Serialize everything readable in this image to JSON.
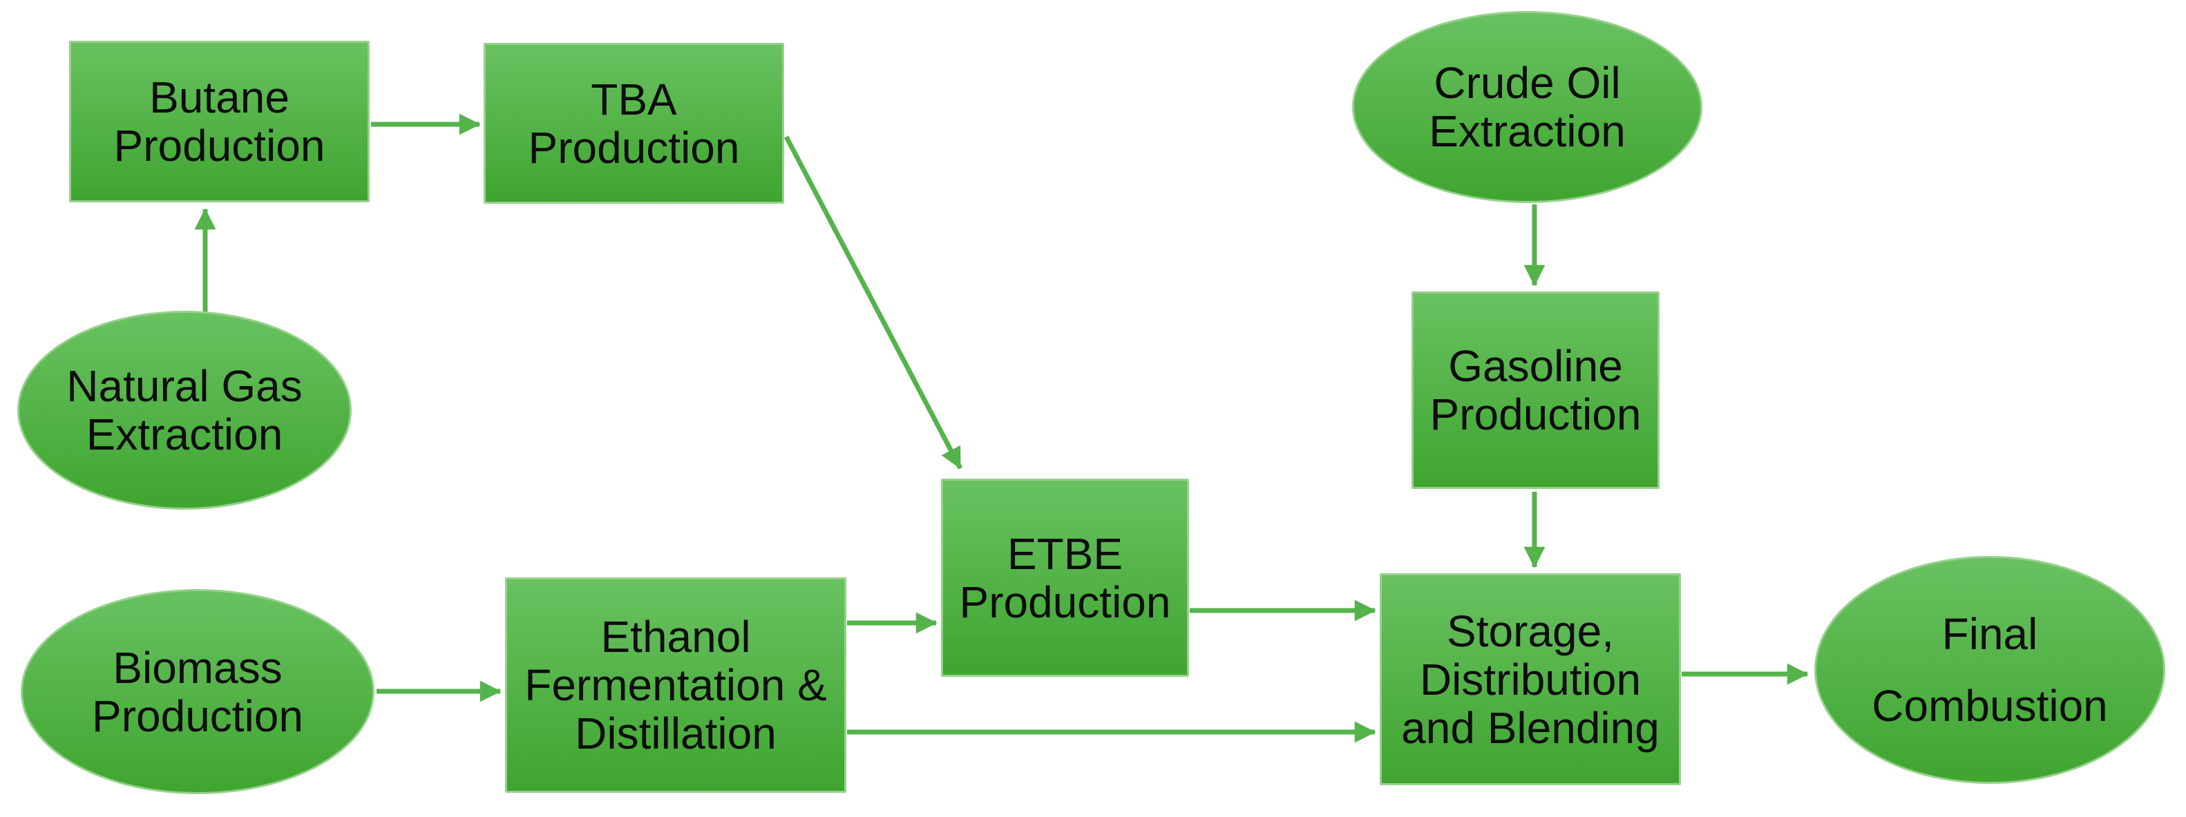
{
  "diagram": {
    "title_semantic": "ETBE fuel production pathway flowchart",
    "colors": {
      "background": "#ffffff",
      "node_fill_top": "#69c160",
      "node_fill_bottom": "#3fa52f",
      "node_border": "#97d18c",
      "arrow": "#54b34a",
      "text": "#0d0d0d"
    },
    "nodes": {
      "butane": {
        "shape": "rect",
        "lines": [
          "Butane",
          "Production"
        ]
      },
      "tba": {
        "shape": "rect",
        "lines": [
          "TBA",
          "Production"
        ]
      },
      "natural_gas": {
        "shape": "ellipse",
        "lines": [
          "Natural Gas",
          "Extraction"
        ]
      },
      "crude_oil": {
        "shape": "ellipse",
        "lines": [
          "Crude Oil",
          "Extraction"
        ]
      },
      "gasoline": {
        "shape": "rect",
        "lines": [
          "Gasoline",
          "Production"
        ]
      },
      "etbe": {
        "shape": "rect",
        "lines": [
          "ETBE",
          "Production"
        ]
      },
      "biomass": {
        "shape": "ellipse",
        "lines": [
          "Biomass",
          "Production"
        ]
      },
      "ethanol": {
        "shape": "rect",
        "lines": [
          "Ethanol",
          "Fermentation &",
          "Distillation"
        ]
      },
      "storage": {
        "shape": "rect",
        "lines": [
          "Storage,",
          "Distribution",
          "and Blending"
        ]
      },
      "final": {
        "shape": "ellipse",
        "lines": [
          "Final",
          "Combustion"
        ]
      }
    },
    "edges": [
      {
        "from": "natural_gas",
        "to": "butane"
      },
      {
        "from": "butane",
        "to": "tba"
      },
      {
        "from": "tba",
        "to": "etbe"
      },
      {
        "from": "crude_oil",
        "to": "gasoline"
      },
      {
        "from": "gasoline",
        "to": "storage"
      },
      {
        "from": "biomass",
        "to": "ethanol"
      },
      {
        "from": "ethanol",
        "to": "etbe"
      },
      {
        "from": "etbe",
        "to": "storage"
      },
      {
        "from": "ethanol",
        "to": "storage"
      },
      {
        "from": "storage",
        "to": "final"
      }
    ]
  }
}
